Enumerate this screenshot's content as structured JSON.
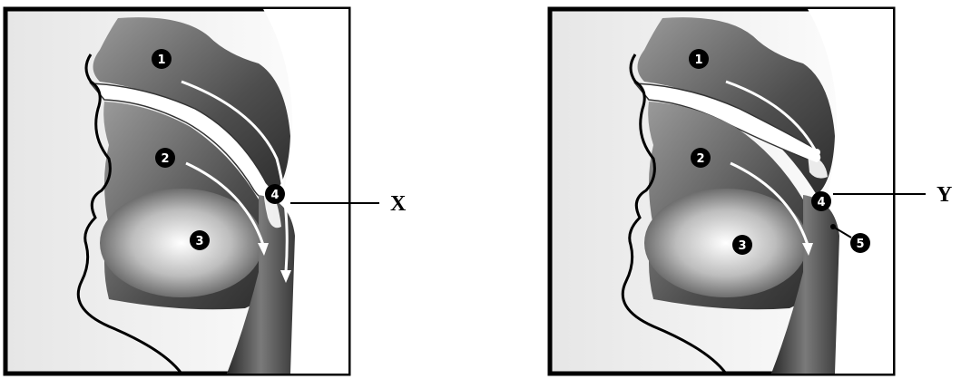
{
  "panels": [
    {
      "id": "left",
      "markers": [
        "1",
        "2",
        "3",
        "4"
      ],
      "callout_label": "X"
    },
    {
      "id": "right",
      "markers": [
        "1",
        "2",
        "3",
        "4",
        "5"
      ],
      "callout_label": "Y"
    }
  ],
  "colors": {
    "frame": "#000000",
    "cavity_dark": "#3a3a3a",
    "cavity_mid": "#8a8a8a",
    "background": "#ffffff"
  }
}
